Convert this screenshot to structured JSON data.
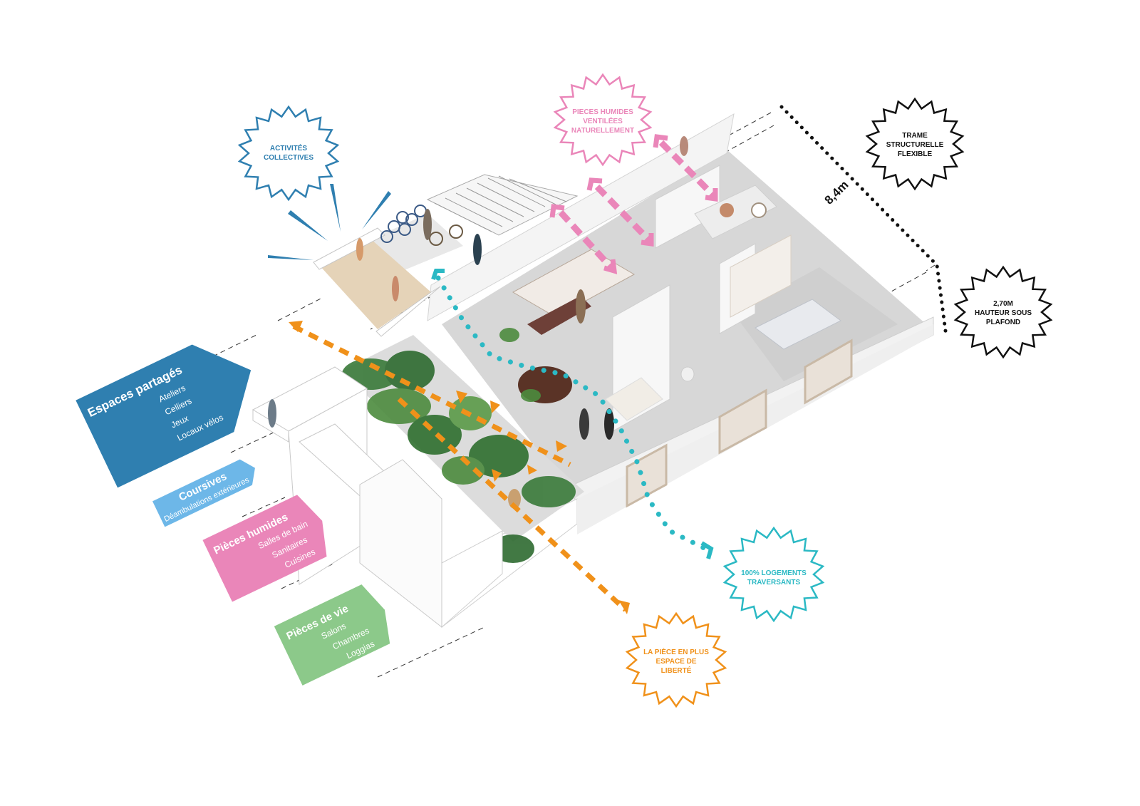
{
  "colors": {
    "blue": "#2f7fb0",
    "light_blue": "#6db7e8",
    "pink": "#ea86b9",
    "green": "#8cc98a",
    "orange": "#f0911a",
    "teal": "#2bb9c4",
    "black": "#111111"
  },
  "bursts": {
    "activites": {
      "line1": "ACTIVITÉS",
      "line2": "COLLECTIVES"
    },
    "pieces_humides": {
      "line1": "PIECES HUMIDES",
      "line2": "VENTILÉES",
      "line3": "NATURELLEMENT"
    },
    "trame": {
      "line1": "TRAME",
      "line2": "STRUCTURELLE",
      "line3": "FLEXIBLE"
    },
    "hauteur": {
      "line1": "2,70M",
      "line2": "HAUTEUR SOUS",
      "line3": "PLAFOND"
    },
    "traversants": {
      "line1": "100% LOGEMENTS",
      "line2": "TRAVERSANTS"
    },
    "piece_en_plus": {
      "line1": "LA PIÈCE EN PLUS",
      "line2": "ESPACE DE",
      "line3": "LIBERTÉ"
    }
  },
  "dimension": {
    "label": "8,4m"
  },
  "legend": {
    "espaces_partages": {
      "title": "Espaces partagés",
      "items": [
        "Ateliers",
        "Celliers",
        "Jeux",
        "Locaux vélos"
      ]
    },
    "coursives": {
      "title": "Coursives",
      "items": [
        "Déambulations extérieures"
      ]
    },
    "pieces_humides": {
      "title": "Pièces humides",
      "items": [
        "Salles de bain",
        "Sanitaires",
        "Cuisines"
      ]
    },
    "pieces_de_vie": {
      "title": "Pièces de vie",
      "items": [
        "Salons",
        "Chambres",
        "Loggias"
      ]
    }
  }
}
